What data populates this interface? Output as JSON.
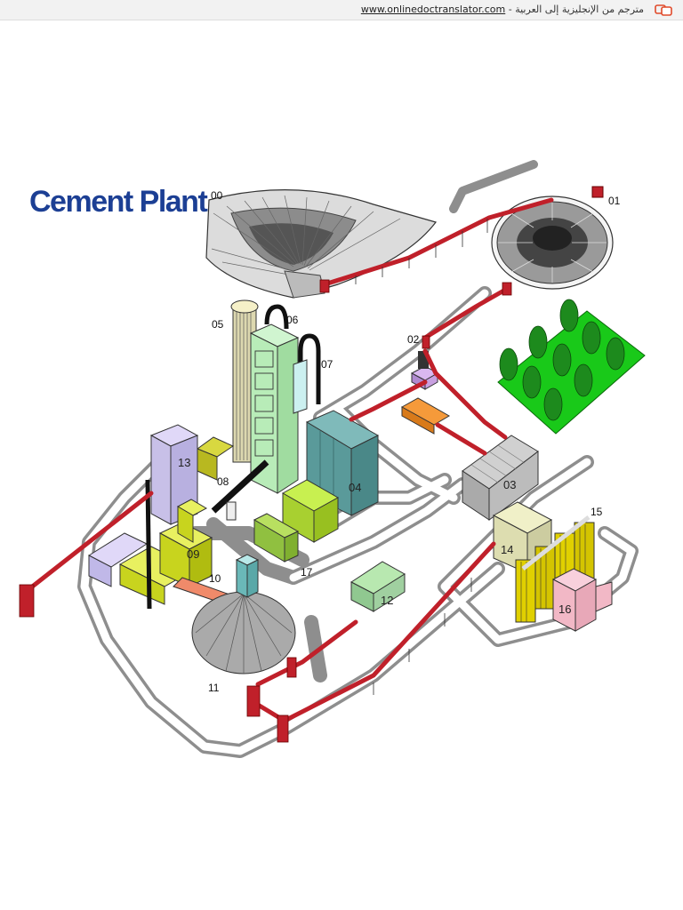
{
  "topbar": {
    "site": "www.onlinedoctranslator.com",
    "separator": " - ",
    "arabic_text": "مترجم من الإنجليزية إلى العربية",
    "logo_icon": "translator-logo-icon"
  },
  "title": "Cement Plant",
  "labels": {
    "u00": "00",
    "u01": "01",
    "u02": "02",
    "u03": "03",
    "u04": "04",
    "u05": "05",
    "u06": "06",
    "u07": "07",
    "u08": "08",
    "u09": "09",
    "u10": "10",
    "u11": "11",
    "u12": "12",
    "u13": "13",
    "u14": "14",
    "u15": "15",
    "u16": "16",
    "u17": "17"
  },
  "colors": {
    "title": "#1c3f94",
    "conveyor": "#c0202a",
    "road": "#9a9a9a",
    "trees": "#22b022",
    "preheater": "#c8f0c8",
    "raw_mill": "#5a9a9a",
    "cement_mill": "#c8d41e",
    "silo": "#e0d000",
    "packing": "#f2b8c6",
    "office": "#c8c0e8"
  }
}
